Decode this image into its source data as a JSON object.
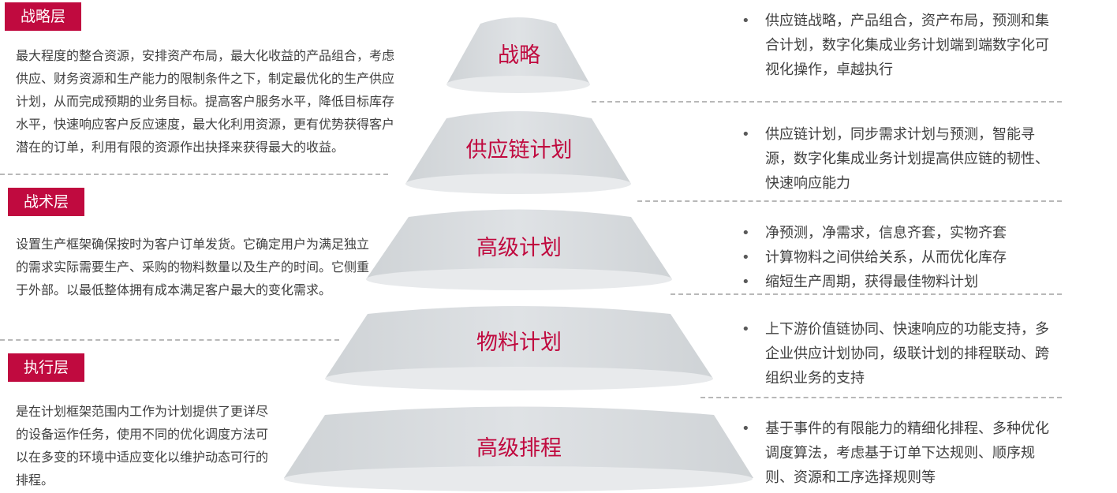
{
  "layers": [
    {
      "tag": "战略层",
      "description": "最大程度的整合资源，安排资产布局，最大化收益的产品组合，考虑供应、财务资源和生产能力的限制条件之下，制定最优化的生产供应计划，从而完成预期的业务目标。提高客户服务水平，降低目标库存水平，快速响应客户反应速度，最大化利用资源，更有优势获得客户潜在的订单，利用有限的资源作出抉择来获得最大的收益。"
    },
    {
      "tag": "战术层",
      "description": "设置生产框架确保按时为客户订单发货。它确定用户为满足独立的需求实际需要生产、采购的物料数量以及生产的时间。它侧重于外部。以最低整体拥有成本满足客户最大的变化需求。"
    },
    {
      "tag": "执行层",
      "description": "是在计划框架范围内工作为计划提供了更详尽的设备运作任务，使用不同的优化调度方法可以在多变的环境中适应变化以维护动态可行的排程。"
    }
  ],
  "tiers": [
    {
      "label": "战略",
      "bullets": [
        "供应链战略，产品组合，资产布局，预测和集合计划，数字化集成业务计划端到端数字化可视化操作，卓越执行"
      ]
    },
    {
      "label": "供应链计划",
      "bullets": [
        "供应链计划，同步需求计划与预测，智能寻源，数字化集成业务计划提高供应链的韧性、快速响应能力"
      ]
    },
    {
      "label": "高级计划",
      "bullets": [
        "净预测，净需求，信息齐套，实物齐套",
        "计算物料之间供给关系，从而优化库存",
        "缩短生产周期，获得最佳物料计划"
      ]
    },
    {
      "label": "物料计划",
      "bullets": [
        "上下游价值链协同、快速响应的功能支持，多企业供应计划协同，级联计划的排程联动、跨组织业务的支持"
      ]
    },
    {
      "label": "高级排程",
      "bullets": [
        "基于事件的有限能力的精细化排程、多种优化调度算法，考虑基于订单下达规则、顺序规则、资源和工序选择规则等"
      ]
    }
  ],
  "colors": {
    "accent": "#c00a3f",
    "tier_fill": "#d8dcdf",
    "tier_bottom": "#e6e8ea",
    "divider": "#b8b8b8",
    "text": "#404040"
  }
}
